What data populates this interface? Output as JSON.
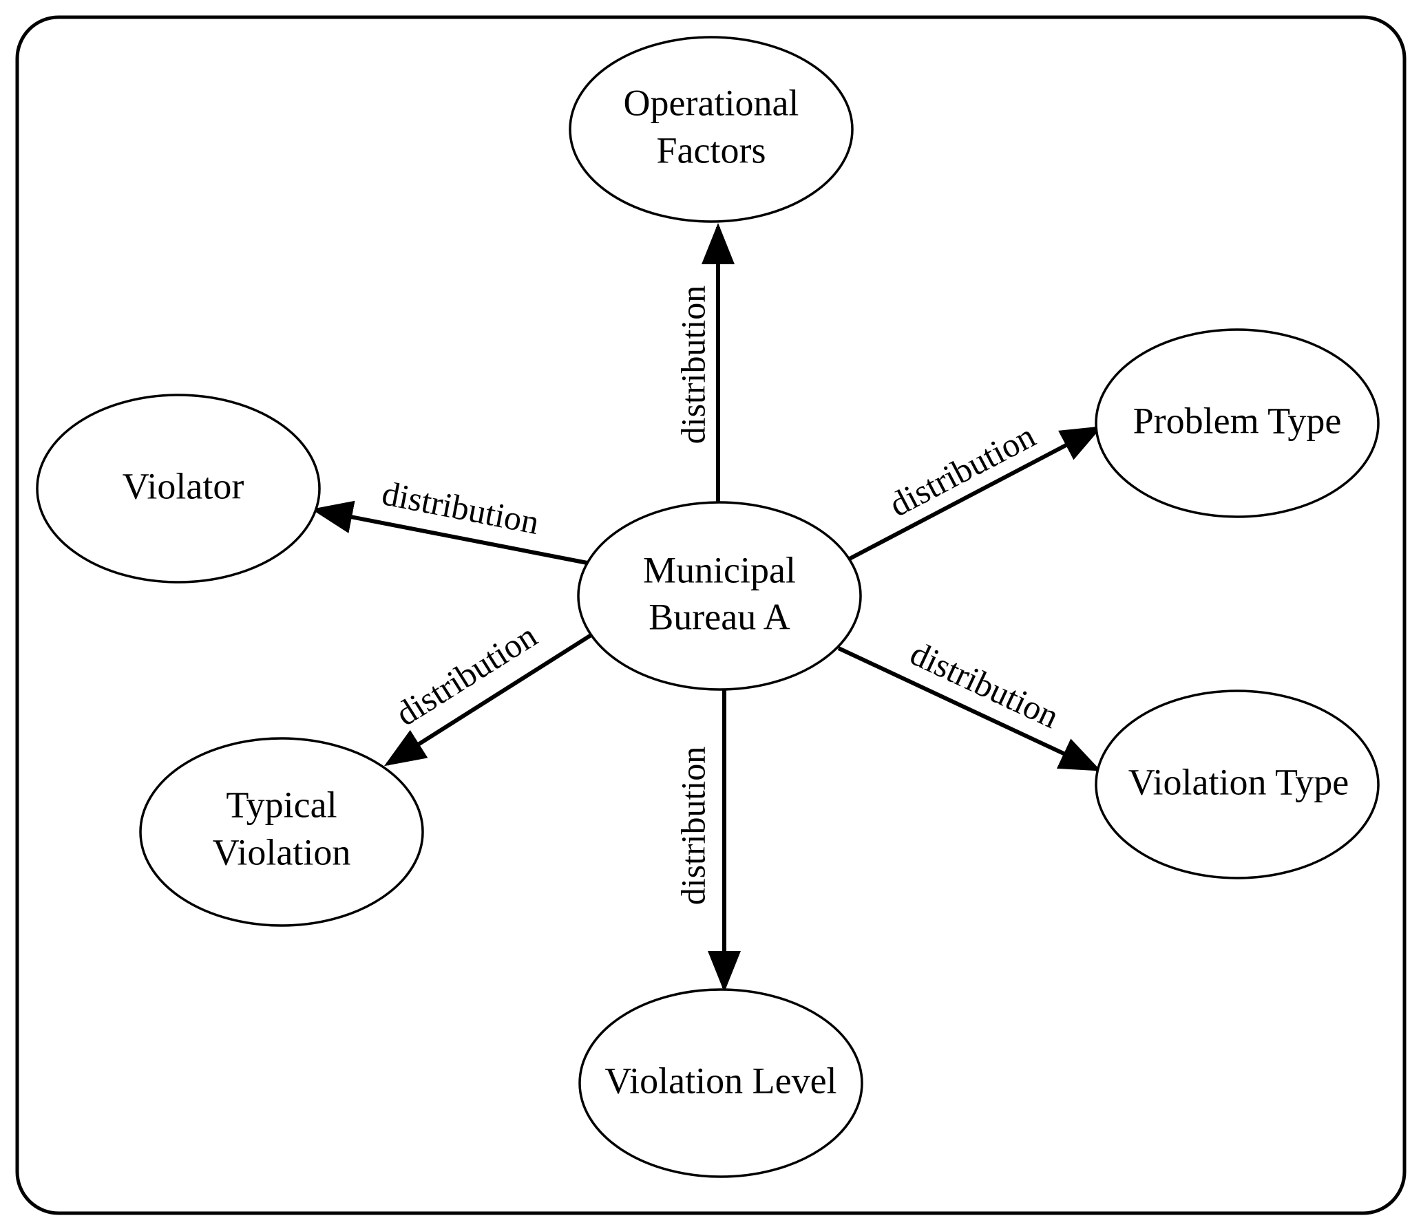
{
  "diagram": {
    "center": {
      "line1": "Municipal",
      "line2": "Bureau A"
    },
    "nodes": {
      "operational_factors": {
        "line1": "Operational",
        "line2": "Factors"
      },
      "problem_type": {
        "label": "Problem Type"
      },
      "violator": {
        "label": "Violator"
      },
      "typical_violation": {
        "line1": "Typical",
        "line2": "Violation"
      },
      "violation_type": {
        "label": "Violation Type"
      },
      "violation_level": {
        "label": "Violation Level"
      }
    },
    "edges": {
      "to_operational_factors": "distribution",
      "to_problem_type": "distribution",
      "to_violator": "distribution",
      "to_typical_violation": "distribution",
      "to_violation_type": "distribution",
      "to_violation_level": "distribution"
    },
    "colors": {
      "stroke": "#000000",
      "background": "#ffffff"
    }
  }
}
